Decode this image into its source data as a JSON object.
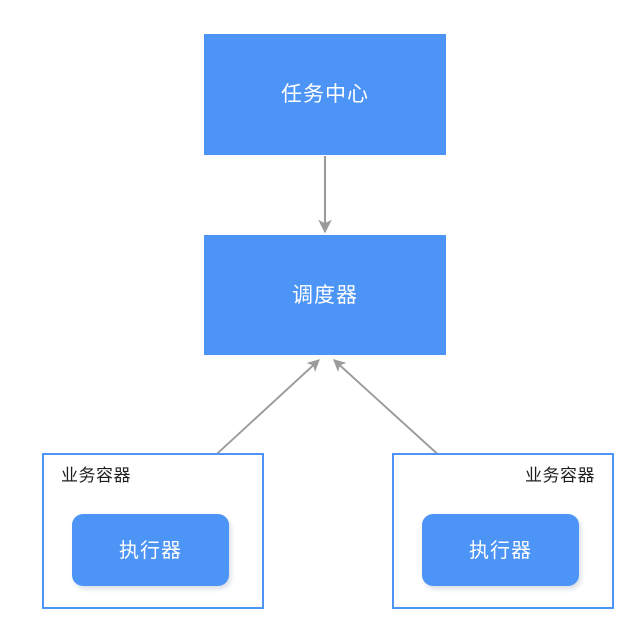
{
  "diagram": {
    "type": "flow-diagram",
    "background_color": "#ffffff",
    "node_fill_color": "#4d94f7",
    "node_text_color": "#ffffff",
    "container_border_color": "#4d94f7",
    "container_label_color": "#1f1f1f",
    "arrow_color": "#9b9b9b",
    "nodes": {
      "task_center": {
        "label": "任务中心"
      },
      "scheduler": {
        "label": "调度器"
      },
      "container_left": {
        "label": "业务容器",
        "executor": {
          "label": "执行器"
        }
      },
      "container_right": {
        "label": "业务容器",
        "executor": {
          "label": "执行器"
        }
      }
    },
    "connections": [
      {
        "from": "任务中心",
        "to": "调度器",
        "direction": "one-way-down"
      },
      {
        "from": "调度器",
        "to": "执行器",
        "direction": "two-way"
      },
      {
        "from": "调度器",
        "to": "执行器",
        "direction": "two-way"
      }
    ]
  }
}
